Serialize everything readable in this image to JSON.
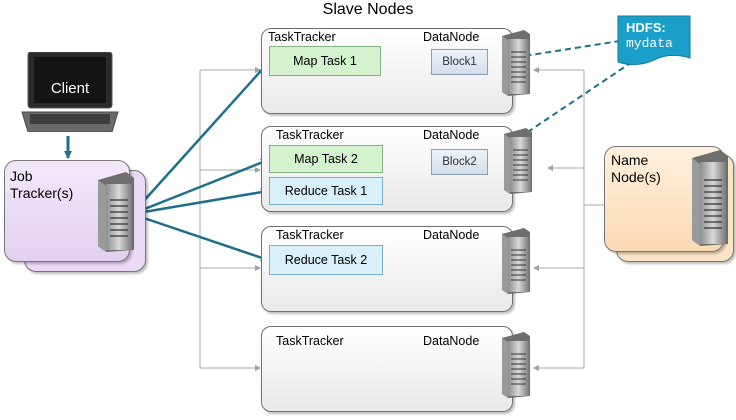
{
  "title": "Slave Nodes",
  "client": {
    "label": "Client"
  },
  "job_tracker": {
    "line1": "Job",
    "line2": "Tracker(s)"
  },
  "name_node": {
    "line1": "Name",
    "line2": "Node(s)"
  },
  "hdfs_file": {
    "line1": "HDFS:",
    "line2": "mydata"
  },
  "slave_nodes": [
    {
      "tasktracker": "TaskTracker",
      "datanode": "DataNode",
      "tasks": [
        "Map Task 1"
      ],
      "block": "Block1"
    },
    {
      "tasktracker": "TaskTracker",
      "datanode": "DataNode",
      "tasks": [
        "Map Task 2",
        "Reduce Task 1"
      ],
      "block": "Block2"
    },
    {
      "tasktracker": "TaskTracker",
      "datanode": "DataNode",
      "tasks": [
        "Reduce Task 2"
      ],
      "block": ""
    },
    {
      "tasktracker": "TaskTracker",
      "datanode": "DataNode",
      "tasks": [],
      "block": ""
    }
  ],
  "colors": {
    "arrow": "#1d6f8a",
    "map_task_fill": "#d5f2cf",
    "reduce_task_fill": "#d9effa",
    "job_tracker_fill": "#eadcf7",
    "name_node_fill": "#fde4c7",
    "hdfs_fill": "#1aa0c8"
  },
  "icons": [
    "laptop-icon",
    "server-icon"
  ]
}
